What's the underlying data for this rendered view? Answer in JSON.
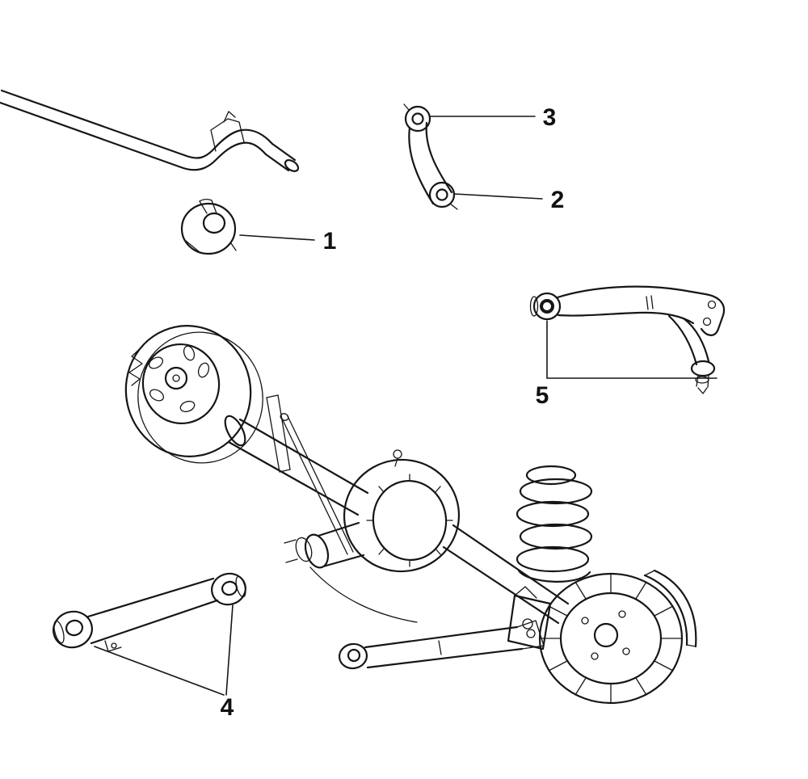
{
  "diagram": {
    "kind": "exploded-parts-line-drawing",
    "subject": "rear-suspension-parts-diagram",
    "colors": {
      "background": "#ffffff",
      "ink": "#161616"
    },
    "callouts": [
      {
        "label": "1",
        "part": "stabilizer-bar-bushing"
      },
      {
        "label": "2",
        "part": "stabilizer-link-lower-end"
      },
      {
        "label": "3",
        "part": "stabilizer-link-upper-end"
      },
      {
        "label": "4",
        "part": "lower-control-arm"
      },
      {
        "label": "5",
        "part": "upper-control-arm"
      }
    ],
    "components": [
      "stabilizer-bar",
      "stabilizer-bar-bushing",
      "stabilizer-link",
      "upper-control-arm",
      "lower-control-arm",
      "rear-axle-assembly"
    ]
  }
}
